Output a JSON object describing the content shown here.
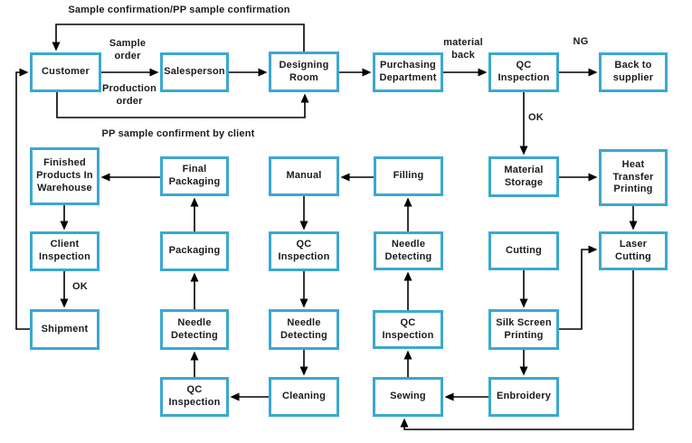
{
  "flowchart": {
    "annotations": {
      "top_feedback": "Sample confirmation/PP sample confirmation",
      "sample_order": "Sample order",
      "production_order": "Production order",
      "pp_client": "PP sample confirment by client",
      "material_back": "material back",
      "ng": "NG",
      "ok_material": "OK",
      "ok_shipment": "OK"
    },
    "nodes": {
      "customer": "Customer",
      "salesperson": "Salesperson",
      "designing_room": "Designing Room",
      "purchasing_department": "Purchasing Department",
      "qc_inspection_materials": "QC Inspection",
      "back_to_supplier": "Back to supplier",
      "finished_products_in_warehouse": "Finished Products In Warehouse",
      "final_packaging": "Final Packaging",
      "manual": "Manual",
      "filling": "Filling",
      "material_storage": "Material Storage",
      "heat_transfer_printing": "Heat Transfer Printing",
      "client_inspection": "Client Inspection",
      "packaging": "Packaging",
      "qc_inspection_manual": "QC Inspection",
      "needle_detecting_filling": "Needle Detecting",
      "cutting": "Cutting",
      "laser_cutting": "Laser Cutting",
      "shipment": "Shipment",
      "needle_detecting_packing": "Needle Detecting",
      "needle_detecting_cleaning": "Needle Detecting",
      "qc_inspection_sewing": "QC Inspection",
      "silk_screen_printing": "Silk Screen Printing",
      "qc_inspection_packing": "QC Inspection",
      "cleaning": "Cleaning",
      "sewing": "Sewing",
      "enbroidery": "Enbroidery"
    },
    "edges": [
      {
        "from": "designing_room",
        "to": "customer",
        "label": "Sample confirmation/PP sample confirmation"
      },
      {
        "from": "customer",
        "to": "salesperson",
        "labels": [
          "Sample order",
          "Production order"
        ]
      },
      {
        "from": "salesperson",
        "to": "designing_room"
      },
      {
        "from": "designing_room",
        "to": "purchasing_department"
      },
      {
        "from": "purchasing_department",
        "to": "qc_inspection_materials",
        "label": "material back"
      },
      {
        "from": "qc_inspection_materials",
        "to": "back_to_supplier",
        "label": "NG"
      },
      {
        "from": "qc_inspection_materials",
        "to": "material_storage",
        "label": "OK"
      },
      {
        "from": "customer",
        "to": "designing_room",
        "label": "PP sample confirment by client"
      },
      {
        "from": "material_storage",
        "to": "heat_transfer_printing"
      },
      {
        "from": "heat_transfer_printing",
        "to": "laser_cutting"
      },
      {
        "from": "cutting",
        "to": "silk_screen_printing"
      },
      {
        "from": "silk_screen_printing",
        "to": "laser_cutting"
      },
      {
        "from": "silk_screen_printing",
        "to": "enbroidery"
      },
      {
        "from": "enbroidery",
        "to": "sewing"
      },
      {
        "from": "laser_cutting",
        "to": "sewing"
      },
      {
        "from": "sewing",
        "to": "qc_inspection_sewing"
      },
      {
        "from": "qc_inspection_sewing",
        "to": "needle_detecting_filling"
      },
      {
        "from": "needle_detecting_filling",
        "to": "filling"
      },
      {
        "from": "filling",
        "to": "manual"
      },
      {
        "from": "manual",
        "to": "qc_inspection_manual"
      },
      {
        "from": "qc_inspection_manual",
        "to": "needle_detecting_cleaning"
      },
      {
        "from": "needle_detecting_cleaning",
        "to": "cleaning"
      },
      {
        "from": "cleaning",
        "to": "qc_inspection_packing"
      },
      {
        "from": "qc_inspection_packing",
        "to": "needle_detecting_packing"
      },
      {
        "from": "needle_detecting_packing",
        "to": "packaging"
      },
      {
        "from": "packaging",
        "to": "final_packaging"
      },
      {
        "from": "final_packaging",
        "to": "finished_products_in_warehouse"
      },
      {
        "from": "finished_products_in_warehouse",
        "to": "client_inspection"
      },
      {
        "from": "client_inspection",
        "to": "shipment",
        "label": "OK"
      },
      {
        "from": "shipment",
        "to": "customer"
      }
    ],
    "colors": {
      "box_border": "#3BA8D0",
      "arrow": "#000000",
      "text": "#1B1B1B",
      "background": "#FFFFFF"
    }
  }
}
